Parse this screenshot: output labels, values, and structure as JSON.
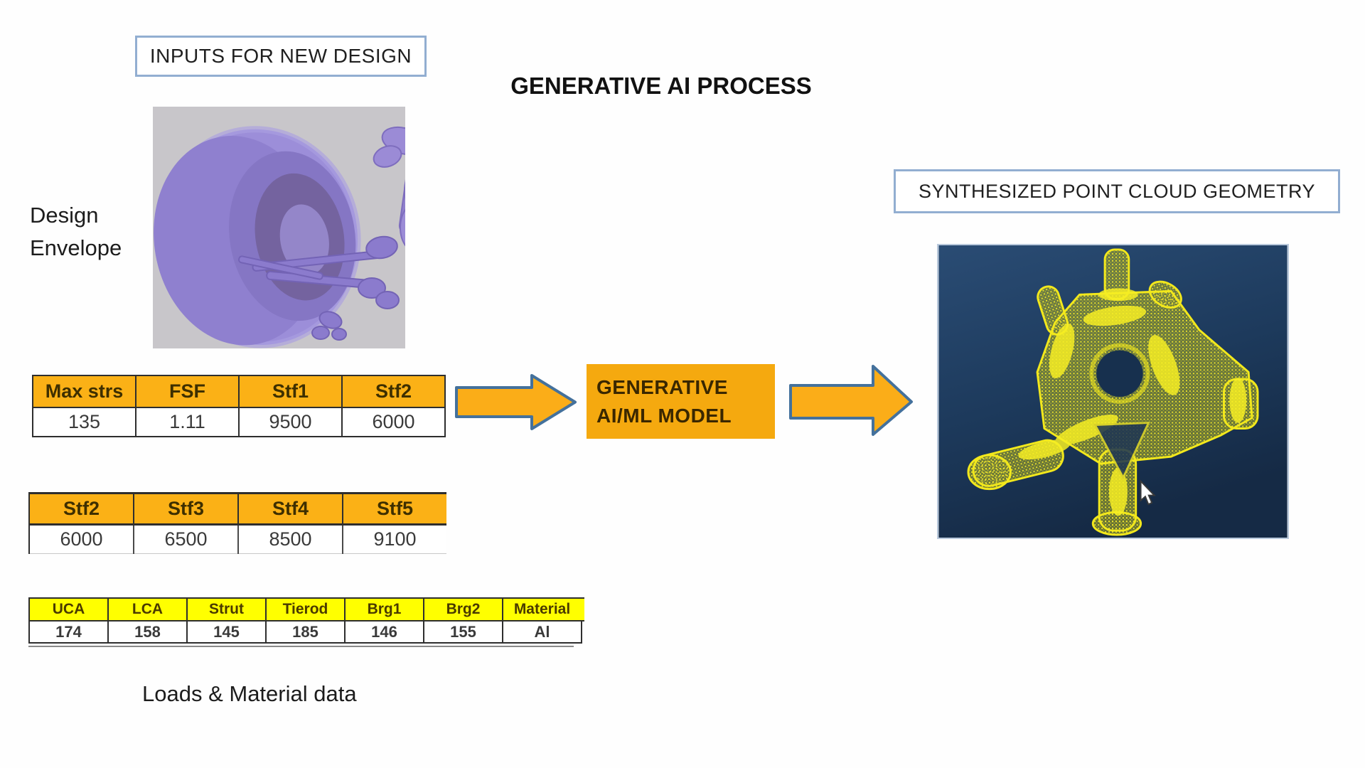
{
  "slide": {
    "title": "GENERATIVE AI PROCESS",
    "inputs_box_label": "INPUTS FOR NEW DESIGN",
    "design_envelope": {
      "line1": "Design",
      "line2": "Envelope"
    },
    "loads_caption": "Loads & Material data",
    "model_box": {
      "line1": "GENERATIVE",
      "line2": "AI/ML MODEL"
    },
    "synthesized_box_label": "SYNTHESIZED POINT CLOUD GEOMETRY"
  },
  "tables": {
    "design_inputs": {
      "headers": [
        "Max strs",
        "FSF",
        "Stf1",
        "Stf2"
      ],
      "values": [
        "135",
        "1.11",
        "9500",
        "6000"
      ]
    },
    "stiffness": {
      "headers": [
        "Stf2",
        "Stf3",
        "Stf4",
        "Stf5"
      ],
      "values": [
        "6000",
        "6500",
        "8500",
        "9100"
      ]
    },
    "loads_material": {
      "headers": [
        "UCA",
        "LCA",
        "Strut",
        "Tierod",
        "Brg1",
        "Brg2",
        "Material"
      ],
      "values": [
        "174",
        "158",
        "145",
        "185",
        "146",
        "155",
        "Al"
      ]
    }
  },
  "colors": {
    "table_header_orange": "#fbb116",
    "table_header_yellow": "#ffff00",
    "arrow_fill": "#fbad18",
    "arrow_outline": "#44719c",
    "model_box_fill": "#f5a90f",
    "label_box_border": "#92aed1",
    "pointcloud_bg_top": "#2a4c74",
    "pointcloud_bg_bottom": "#152a45",
    "pointcloud_yellow": "#f2e81c",
    "envelope_purple": "#9c8ed9",
    "envelope_bg": "#c8c6ca"
  },
  "icons": {
    "cursor": "arrow-cursor"
  }
}
